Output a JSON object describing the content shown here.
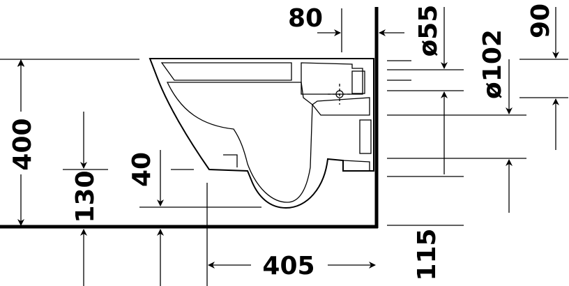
{
  "drawing": {
    "dimensions": {
      "offset_top": "80",
      "pipe_diameter_small": "ø55",
      "top_offset_right": "90",
      "pipe_diameter_large": "ø102",
      "total_height": "400",
      "outlet_height": "130",
      "bottom_gap": "40",
      "projection": "405",
      "wall_offset": "115"
    },
    "colors": {
      "line": "#000000",
      "background": "#ffffff"
    }
  }
}
